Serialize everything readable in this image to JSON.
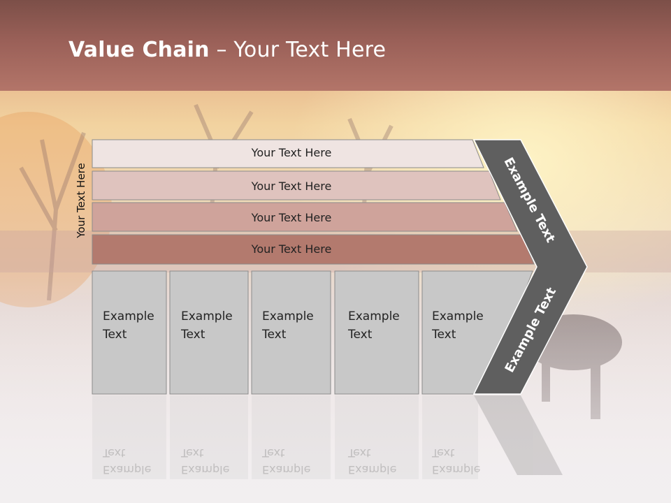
{
  "slide": {
    "title_bold": "Value Chain",
    "title_rest": " – Your Text Here",
    "side_label": "Your Text Here"
  },
  "rows": [
    {
      "label": "Your Text Here",
      "color": "#efe4e2"
    },
    {
      "label": "Your Text Here",
      "color": "#dfc3be"
    },
    {
      "label": "Your Text Here",
      "color": "#cfa39b"
    },
    {
      "label": "Your Text Here",
      "color": "#b37a6e"
    }
  ],
  "boxes": [
    {
      "line1": "Example",
      "line2": "Text"
    },
    {
      "line1": "Example",
      "line2": "Text"
    },
    {
      "line1": "Example",
      "line2": "Text"
    },
    {
      "line1": "Example",
      "line2": "Text"
    },
    {
      "line1": "Example",
      "line2": "Text"
    }
  ],
  "chevron": {
    "upper_label": "Example Text",
    "lower_label": "Example Text",
    "color": "#5f5f5f"
  },
  "colors": {
    "box_fill": "#c8c8c8",
    "accent": "#9a6058"
  }
}
